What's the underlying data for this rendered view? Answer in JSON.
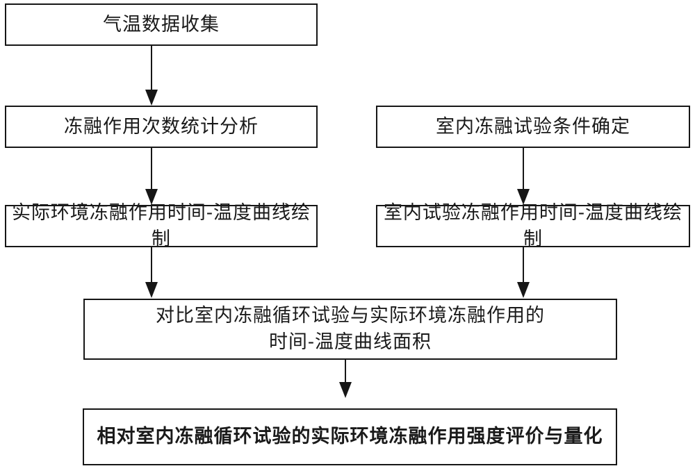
{
  "diagram": {
    "type": "flowchart",
    "colors": {
      "background": "#ffffff",
      "border": "#161616",
      "text": "#1a1a1a"
    },
    "nodes": [
      {
        "id": "collect",
        "label": "气温数据收集"
      },
      {
        "id": "count",
        "label": "冻融作用次数统计分析"
      },
      {
        "id": "lab_condition",
        "label": "室内冻融试验条件确定"
      },
      {
        "id": "actual_curve",
        "label": "实际环境冻融作用时间-温度曲线绘制"
      },
      {
        "id": "lab_curve",
        "label": "室内试验冻融作用时间-温度曲线绘制"
      },
      {
        "id": "compare",
        "lines": [
          "对比室内冻融循环试验与实际环境冻融作用的",
          "时间-温度曲线面积"
        ]
      },
      {
        "id": "evaluate",
        "label": "相对室内冻融循环试验的实际环境冻融作用强度评价与量化"
      }
    ],
    "edges": [
      {
        "from": "collect",
        "to": "count"
      },
      {
        "from": "count",
        "to": "actual_curve"
      },
      {
        "from": "lab_condition",
        "to": "lab_curve"
      },
      {
        "from": "actual_curve",
        "to": "compare"
      },
      {
        "from": "lab_curve",
        "to": "compare"
      },
      {
        "from": "compare",
        "to": "evaluate"
      }
    ]
  }
}
